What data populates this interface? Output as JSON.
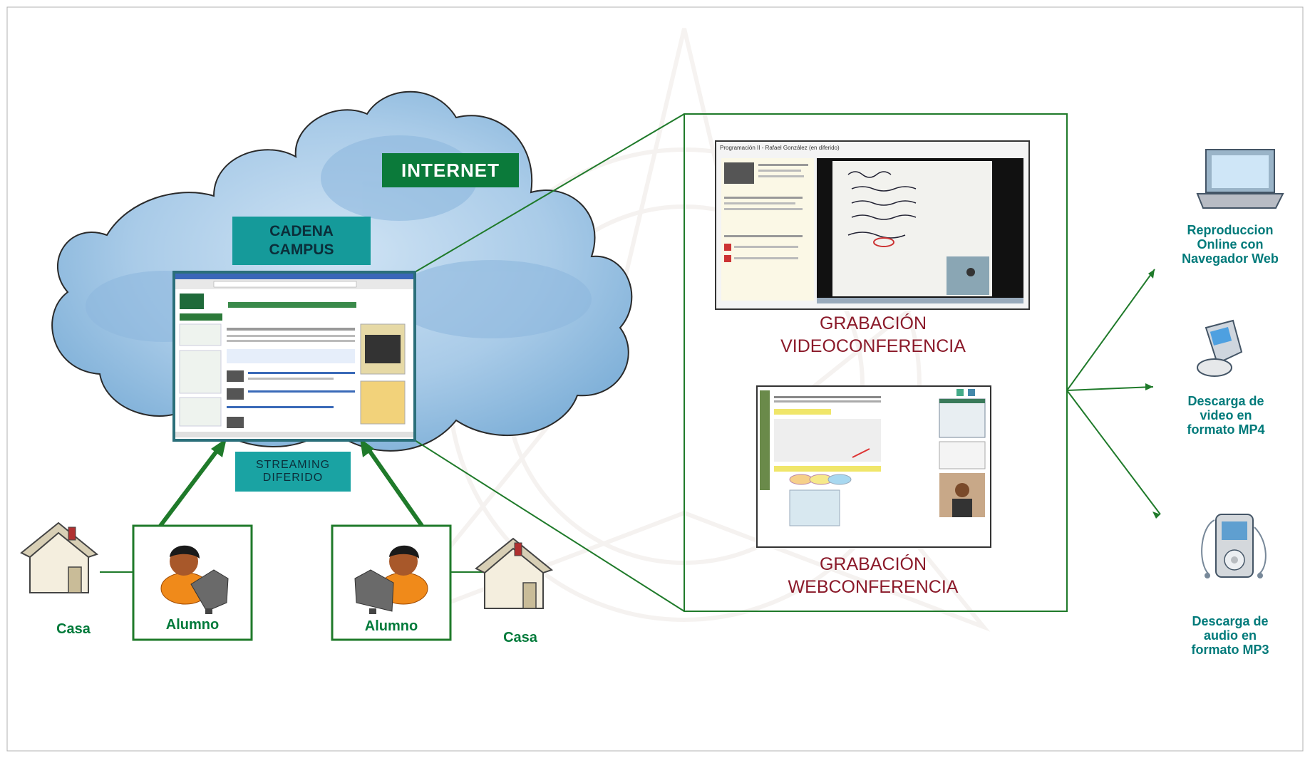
{
  "cloud": {
    "internet_label": "INTERNET",
    "cadena_label": "CADENA\nCAMPUS",
    "streaming_label": "STREAMING\nDIFERIDO"
  },
  "students": [
    {
      "label": "Alumno",
      "house_label": "Casa"
    },
    {
      "label": "Alumno",
      "house_label": "Casa"
    }
  ],
  "recordings": {
    "video_caption": "GRABACIÓN\nVIDEOCONFERENCIA",
    "web_caption": "GRABACIÓN\nWEBCONFERENCIA",
    "video_thumb_title": "Programación II - Rafael González (en diferido)"
  },
  "outputs": [
    {
      "label": "Reproduccion\nOnline con\nNavegador Web",
      "icon": "laptop-icon"
    },
    {
      "label": "Descarga de\nvideo en\nformato MP4",
      "icon": "mobile-phone-icon"
    },
    {
      "label": "Descarga de\naudio en\nformato MP3",
      "icon": "mp3-player-icon"
    }
  ],
  "colors": {
    "green": "#0b7a3a",
    "teal": "#159a9a",
    "caption_red": "#8b1a2a",
    "caption_teal": "#007a7a",
    "cloud": "#9fc6e6"
  }
}
